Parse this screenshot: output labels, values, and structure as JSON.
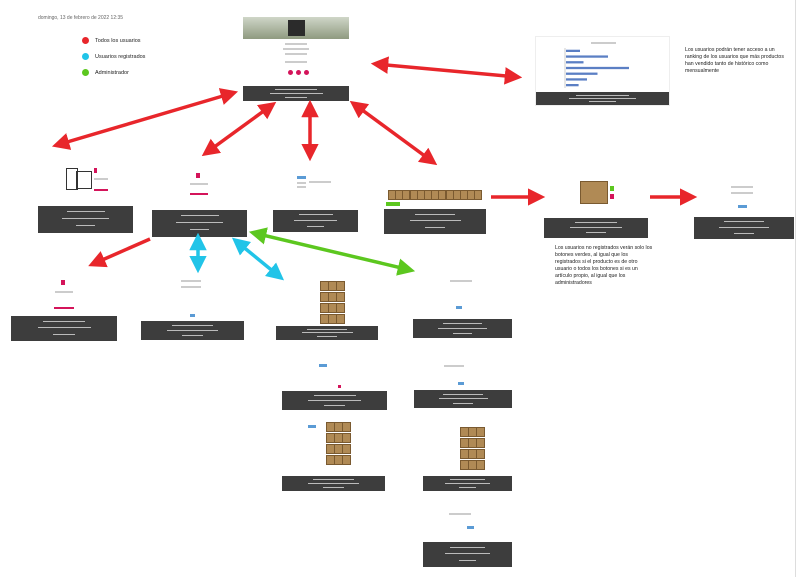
{
  "header": {
    "date": "domingo, 13 de febrero de 2022     12:35"
  },
  "legend": [
    {
      "label": "Todos los usuarios",
      "color": "#e8262b"
    },
    {
      "label": "Usuarios registrados",
      "color": "#21c4e8"
    },
    {
      "label": "Administrador",
      "color": "#5cc71f"
    }
  ],
  "notes": {
    "ranking": "Los usuarios podrán tener acceso a un ranking de los usuarios que más productos han vendido tanto de histórico como mensualmente",
    "buttons": "Los usuarios no registrados verán solo los botones verdes, al igual que los registrados si el producto es de otro usuario o todos los botones si es un artículo propio, al igual que los administradores"
  },
  "chart_data": {
    "type": "bar",
    "categories": [
      "",
      "",
      "",
      "",
      "",
      "",
      ""
    ],
    "values": [
      20,
      60,
      25,
      90,
      45,
      30,
      18
    ]
  }
}
